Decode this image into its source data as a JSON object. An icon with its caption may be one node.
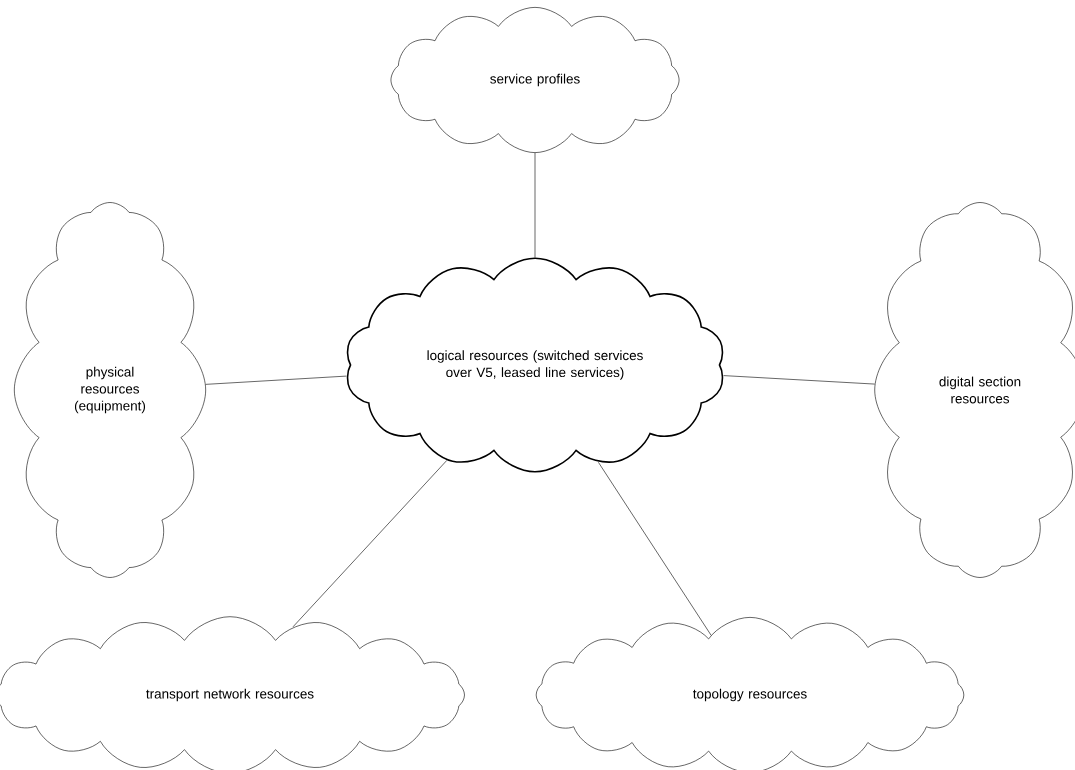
{
  "diagram": {
    "nodes": [
      {
        "text": [
          "service profiles"
        ]
      },
      {
        "text": [
          "physical resources (equipment)"
        ]
      },
      {
        "text": [
          "logical resources (switched services over V5, leased line services)"
        ]
      },
      {
        "text": [
          "digital section resources"
        ]
      },
      {
        "text": [
          "transport network resources"
        ]
      },
      {
        "text": [
          "topology resources"
        ]
      }
    ],
    "edges": [
      {
        "from": 2,
        "to": 0,
        "arrow": "none"
      },
      {
        "from": 1,
        "to": 2,
        "arrow": "none"
      },
      {
        "from": 2,
        "to": 3,
        "arrow": "none"
      },
      {
        "from": 2,
        "to": 4,
        "arrow": "none"
      },
      {
        "from": 2,
        "to": 5,
        "arrow": "none"
      }
    ]
  }
}
